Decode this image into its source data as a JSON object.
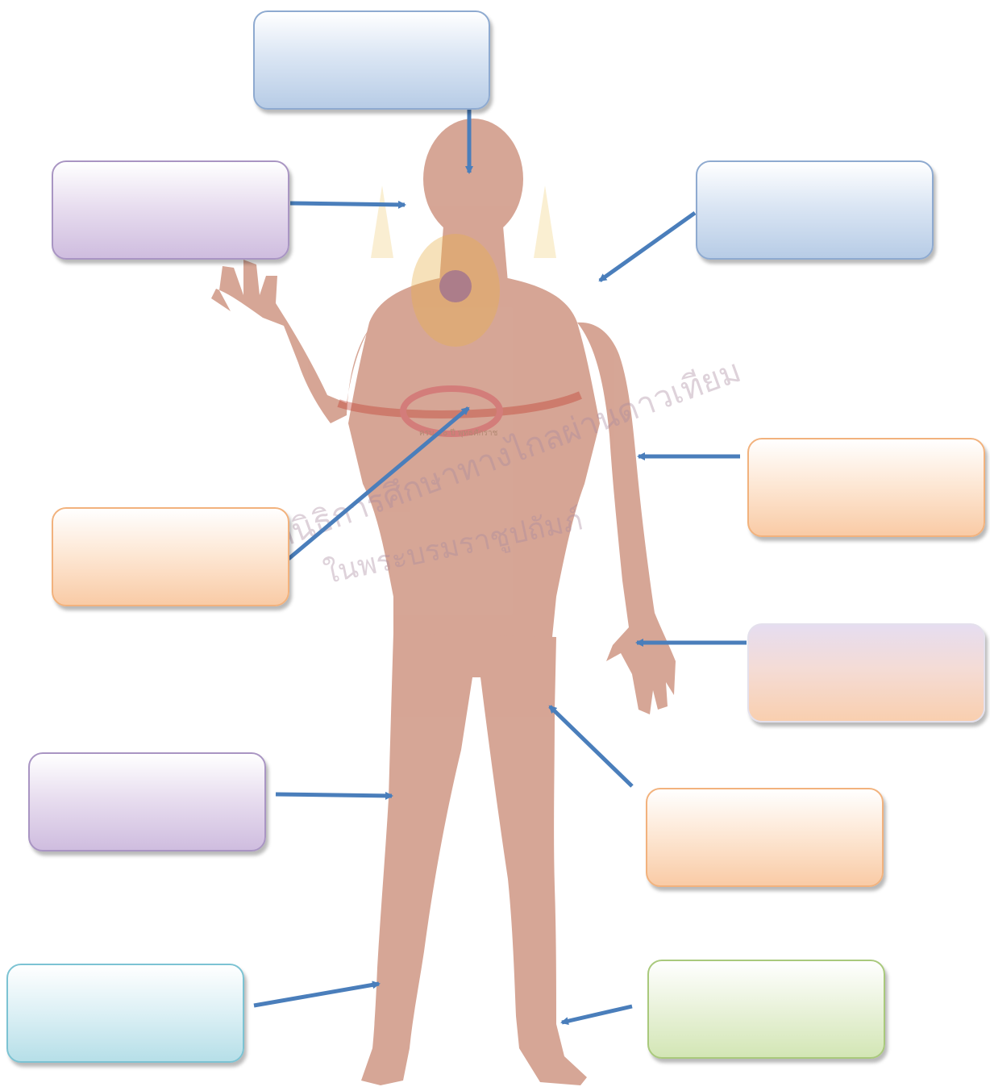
{
  "diagram": {
    "body_color": "#d4a190",
    "arrow_color": "#4a7ebb",
    "label_boxes": [
      {
        "id": "box-top",
        "text": "",
        "color": "blue"
      },
      {
        "id": "box-l1",
        "text": "",
        "color": "purple"
      },
      {
        "id": "box-r1",
        "text": "",
        "color": "blue"
      },
      {
        "id": "box-l2",
        "text": "",
        "color": "orange"
      },
      {
        "id": "box-r2",
        "text": "",
        "color": "orange"
      },
      {
        "id": "box-r3",
        "text": "",
        "color": "mixed"
      },
      {
        "id": "box-l3",
        "text": "",
        "color": "purple"
      },
      {
        "id": "box-r4",
        "text": "",
        "color": "orange"
      },
      {
        "id": "box-l4",
        "text": "",
        "color": "cyan"
      },
      {
        "id": "box-r5",
        "text": "",
        "color": "green"
      }
    ],
    "watermark": {
      "text_line1": "มูลนิธิการศึกษาทางไกลผ่านดาวเทียม",
      "text_line2": "ในพระบรมราชูปถัมภ์",
      "ribbon_text": "ครบ ๕๐ ปี พุทธศักราช"
    }
  }
}
